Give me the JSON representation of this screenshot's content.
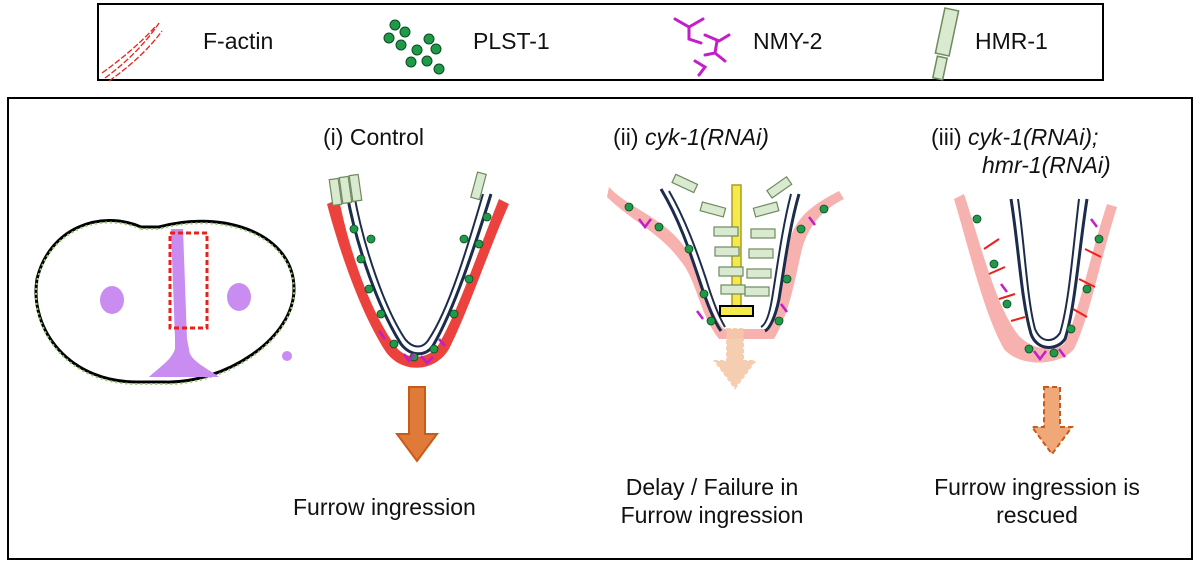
{
  "legend": {
    "items": [
      {
        "label": "F-actin",
        "icon": "f-actin-icon",
        "color": "#e8211b"
      },
      {
        "label": "PLST-1",
        "icon": "plst-1-icon",
        "color": "#1f9a48"
      },
      {
        "label": "NMY-2",
        "icon": "nmy-2-icon",
        "color": "#c21ec9"
      },
      {
        "label": "HMR-1",
        "icon": "hmr-1-icon",
        "color": "#cfe3c0"
      }
    ]
  },
  "panels": [
    {
      "prefix": "(i) ",
      "name": "Control",
      "outcome": "Furrow ingression"
    },
    {
      "prefix": "(ii) ",
      "name": "cyk-1(RNAi)",
      "outcome_lines": [
        "Delay / Failure in",
        "Furrow ingression"
      ]
    },
    {
      "prefix": "(iii) ",
      "name_lines": [
        "cyk-1(RNAi);",
        "hmr-1(RNAi)"
      ],
      "outcome_lines": [
        "Furrow ingression is",
        "rescued"
      ]
    }
  ],
  "colors": {
    "f_actin": "#e8211b",
    "plst1": "#1f9a48",
    "nmy2": "#c21ec9",
    "hmr1_fill": "#d9ead0",
    "hmr1_stroke": "#6e8a5e",
    "membrane": "#1c2c4c",
    "arrow_solid": "#c85a1a",
    "arrow_faded": "#f4c8a8",
    "midbody_bar": "#f4ea4a"
  }
}
